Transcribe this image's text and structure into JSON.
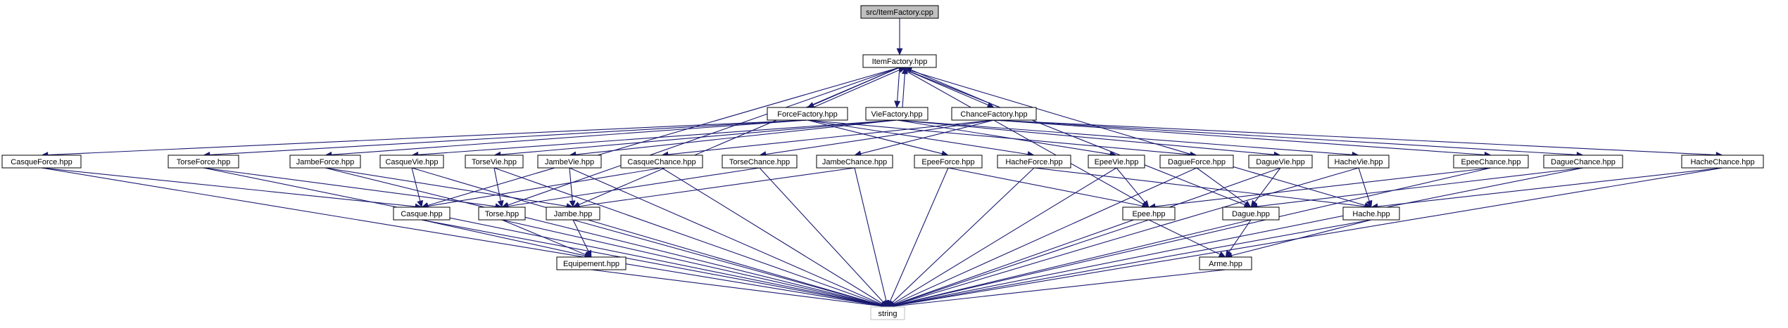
{
  "graph": {
    "nodes": [
      {
        "id": "root",
        "label": "src/ItemFactory.cpp",
        "kind": "root"
      },
      {
        "id": "itemfactory",
        "label": "ItemFactory.hpp"
      },
      {
        "id": "forcefactory",
        "label": "ForceFactory.hpp"
      },
      {
        "id": "viefactory",
        "label": "VieFactory.hpp"
      },
      {
        "id": "chancefactory",
        "label": "ChanceFactory.hpp"
      },
      {
        "id": "casqueforce",
        "label": "CasqueForce.hpp"
      },
      {
        "id": "torseforce",
        "label": "TorseForce.hpp"
      },
      {
        "id": "jambeforce",
        "label": "JambeForce.hpp"
      },
      {
        "id": "casquevie",
        "label": "CasqueVie.hpp"
      },
      {
        "id": "torsevie",
        "label": "TorseVie.hpp"
      },
      {
        "id": "jambevie",
        "label": "JambeVie.hpp"
      },
      {
        "id": "casquechance",
        "label": "CasqueChance.hpp"
      },
      {
        "id": "torsechance",
        "label": "TorseChance.hpp"
      },
      {
        "id": "jambechance",
        "label": "JambeChance.hpp"
      },
      {
        "id": "epeeforce",
        "label": "EpeeForce.hpp"
      },
      {
        "id": "hacheforce",
        "label": "HacheForce.hpp"
      },
      {
        "id": "epeevie",
        "label": "EpeeVie.hpp"
      },
      {
        "id": "dagueforce",
        "label": "DagueForce.hpp"
      },
      {
        "id": "daguevie",
        "label": "DagueVie.hpp"
      },
      {
        "id": "hachevie",
        "label": "HacheVie.hpp"
      },
      {
        "id": "epeechance",
        "label": "EpeeChance.hpp"
      },
      {
        "id": "daguechance",
        "label": "DagueChance.hpp"
      },
      {
        "id": "hachechance",
        "label": "HacheChance.hpp"
      },
      {
        "id": "casque",
        "label": "Casque.hpp"
      },
      {
        "id": "torse",
        "label": "Torse.hpp"
      },
      {
        "id": "jambe",
        "label": "Jambe.hpp"
      },
      {
        "id": "epee",
        "label": "Epee.hpp"
      },
      {
        "id": "dague",
        "label": "Dague.hpp"
      },
      {
        "id": "hache",
        "label": "Hache.hpp"
      },
      {
        "id": "equipement",
        "label": "Equipement.hpp"
      },
      {
        "id": "arme",
        "label": "Arme.hpp"
      },
      {
        "id": "string",
        "label": "string",
        "kind": "ext"
      }
    ],
    "edges": [
      [
        "root",
        "itemfactory"
      ],
      [
        "itemfactory",
        "forcefactory"
      ],
      [
        "itemfactory",
        "viefactory"
      ],
      [
        "itemfactory",
        "chancefactory"
      ],
      [
        "forcefactory",
        "itemfactory"
      ],
      [
        "viefactory",
        "itemfactory"
      ],
      [
        "chancefactory",
        "itemfactory"
      ],
      [
        "itemfactory",
        "casque"
      ],
      [
        "itemfactory",
        "torse"
      ],
      [
        "itemfactory",
        "jambe"
      ],
      [
        "itemfactory",
        "epee"
      ],
      [
        "itemfactory",
        "dague"
      ],
      [
        "itemfactory",
        "hache"
      ],
      [
        "forcefactory",
        "casqueforce"
      ],
      [
        "forcefactory",
        "torseforce"
      ],
      [
        "forcefactory",
        "jambeforce"
      ],
      [
        "forcefactory",
        "epeeforce"
      ],
      [
        "forcefactory",
        "hacheforce"
      ],
      [
        "forcefactory",
        "dagueforce"
      ],
      [
        "viefactory",
        "casquevie"
      ],
      [
        "viefactory",
        "torsevie"
      ],
      [
        "viefactory",
        "jambevie"
      ],
      [
        "viefactory",
        "epeevie"
      ],
      [
        "viefactory",
        "daguevie"
      ],
      [
        "viefactory",
        "hachevie"
      ],
      [
        "chancefactory",
        "casquechance"
      ],
      [
        "chancefactory",
        "torsechance"
      ],
      [
        "chancefactory",
        "jambechance"
      ],
      [
        "chancefactory",
        "epeechance"
      ],
      [
        "chancefactory",
        "daguechance"
      ],
      [
        "chancefactory",
        "hachechance"
      ],
      [
        "casqueforce",
        "casque"
      ],
      [
        "casquevie",
        "casque"
      ],
      [
        "casquechance",
        "casque"
      ],
      [
        "torseforce",
        "torse"
      ],
      [
        "torsevie",
        "torse"
      ],
      [
        "torsechance",
        "torse"
      ],
      [
        "jambeforce",
        "jambe"
      ],
      [
        "jambevie",
        "jambe"
      ],
      [
        "jambechance",
        "jambe"
      ],
      [
        "epeeforce",
        "epee"
      ],
      [
        "epeevie",
        "epee"
      ],
      [
        "epeechance",
        "epee"
      ],
      [
        "dagueforce",
        "dague"
      ],
      [
        "daguevie",
        "dague"
      ],
      [
        "daguechance",
        "dague"
      ],
      [
        "hacheforce",
        "hache"
      ],
      [
        "hachevie",
        "hache"
      ],
      [
        "hachechance",
        "hache"
      ],
      [
        "casque",
        "equipement"
      ],
      [
        "torse",
        "equipement"
      ],
      [
        "jambe",
        "equipement"
      ],
      [
        "epee",
        "arme"
      ],
      [
        "dague",
        "arme"
      ],
      [
        "hache",
        "arme"
      ],
      [
        "casqueforce",
        "string"
      ],
      [
        "torseforce",
        "string"
      ],
      [
        "jambeforce",
        "string"
      ],
      [
        "casquevie",
        "string"
      ],
      [
        "torsevie",
        "string"
      ],
      [
        "jambevie",
        "string"
      ],
      [
        "casquechance",
        "string"
      ],
      [
        "torsechance",
        "string"
      ],
      [
        "jambechance",
        "string"
      ],
      [
        "epeeforce",
        "string"
      ],
      [
        "hacheforce",
        "string"
      ],
      [
        "epeevie",
        "string"
      ],
      [
        "dagueforce",
        "string"
      ],
      [
        "daguevie",
        "string"
      ],
      [
        "hachevie",
        "string"
      ],
      [
        "epeechance",
        "string"
      ],
      [
        "daguechance",
        "string"
      ],
      [
        "hachechance",
        "string"
      ],
      [
        "casque",
        "string"
      ],
      [
        "torse",
        "string"
      ],
      [
        "jambe",
        "string"
      ],
      [
        "epee",
        "string"
      ],
      [
        "dague",
        "string"
      ],
      [
        "hache",
        "string"
      ],
      [
        "equipement",
        "string"
      ],
      [
        "arme",
        "string"
      ]
    ]
  },
  "colors": {
    "edge": "#191970",
    "node_fill": "#ffffff",
    "root_fill": "#bfbfbf",
    "node_border": "#000000",
    "ext_border": "#bfbfbf"
  }
}
